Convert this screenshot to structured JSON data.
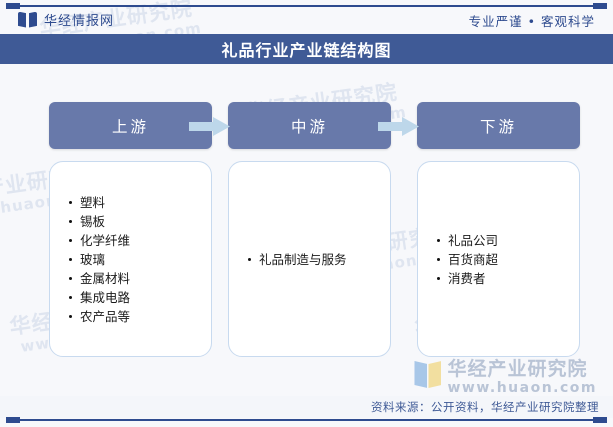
{
  "header": {
    "brand_name": "华经情报网",
    "brand_logo_icon": "book-logo-icon",
    "tagline": "专业严谨 • 客观科学"
  },
  "title": "礼品行业产业链结构图",
  "colors": {
    "brand_blue": "#2e4b8f",
    "title_bar": "#3f5a96",
    "stage_box": "#6879aa",
    "arrow": "#bdd7ea",
    "panel_border": "#c8daef",
    "page_bg": "#f7f8fb"
  },
  "chart_data": {
    "type": "diagram",
    "title": "礼品行业产业链结构图",
    "stages": [
      {
        "label": "上游",
        "items": [
          "塑料",
          "锡板",
          "化学纤维",
          "玻璃",
          "金属材料",
          "集成电路",
          "农产品等"
        ]
      },
      {
        "label": "中游",
        "items": [
          "礼品制造与服务"
        ]
      },
      {
        "label": "下游",
        "items": [
          "礼品公司",
          "百货商超",
          "消费者"
        ]
      }
    ],
    "connectors": [
      "arrow-right-icon",
      "arrow-right-icon"
    ]
  },
  "watermark": {
    "cn": "华经产业研究院",
    "url": "www.huaon.com"
  },
  "footer": {
    "logo_cn": "华经产业研究院",
    "logo_url": "www.huaon.com",
    "logo_icon": "book-logo-icon",
    "source": "资料来源：公开资料，华经产业研究院整理"
  }
}
